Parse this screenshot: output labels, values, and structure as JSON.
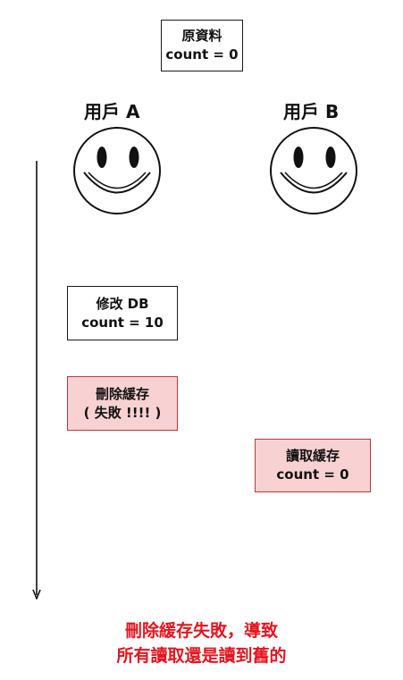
{
  "original": {
    "title": "原資料",
    "value": "count = 0"
  },
  "users": [
    {
      "label": "用戶 A"
    },
    {
      "label": "用戶 B"
    }
  ],
  "steps": [
    {
      "line1": "修改 DB",
      "line2": "count = 10"
    },
    {
      "line1": "刪除緩存",
      "line2": "( 失敗 !!!! )"
    },
    {
      "line1": "讀取緩存",
      "line2": "count = 0"
    }
  ],
  "caption": {
    "line1": "刪除緩存失敗，導致",
    "line2": "所有讀取還是讀到舊的"
  },
  "colors": {
    "pink_fill": "#f8d2d2",
    "pink_border": "#c0353a",
    "caption": "#e8141e"
  }
}
